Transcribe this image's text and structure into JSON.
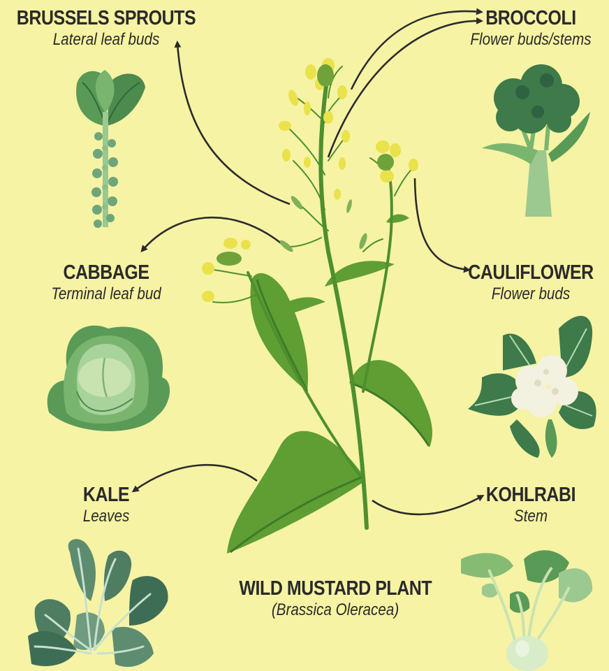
{
  "center": {
    "name": "WILD MUSTARD PLANT",
    "scientific": "(Brassica Oleracea)"
  },
  "vegetables": [
    {
      "key": "brussels",
      "name": "BRUSSELS SPROUTS",
      "part": "Lateral leaf buds"
    },
    {
      "key": "broccoli",
      "name": "BROCCOLI",
      "part": "Flower buds/stems"
    },
    {
      "key": "cabbage",
      "name": "CABBAGE",
      "part": "Terminal leaf bud"
    },
    {
      "key": "cauliflower",
      "name": "CAULIFLOWER",
      "part": "Flower buds"
    },
    {
      "key": "kale",
      "name": "KALE",
      "part": "Leaves"
    },
    {
      "key": "kohlrabi",
      "name": "KOHLRABI",
      "part": "Stem"
    }
  ],
  "colors": {
    "background": "#F6F3A4",
    "arrow": "#2b2b2b",
    "leaf_green": "#5E9E33",
    "leaf_dark": "#3F7A2A",
    "flower_yellow": "#E9E24A",
    "veg_dark": "#3E7A4A",
    "veg_light": "#9CC98F",
    "cauliflower_white": "#F3F1E0"
  }
}
